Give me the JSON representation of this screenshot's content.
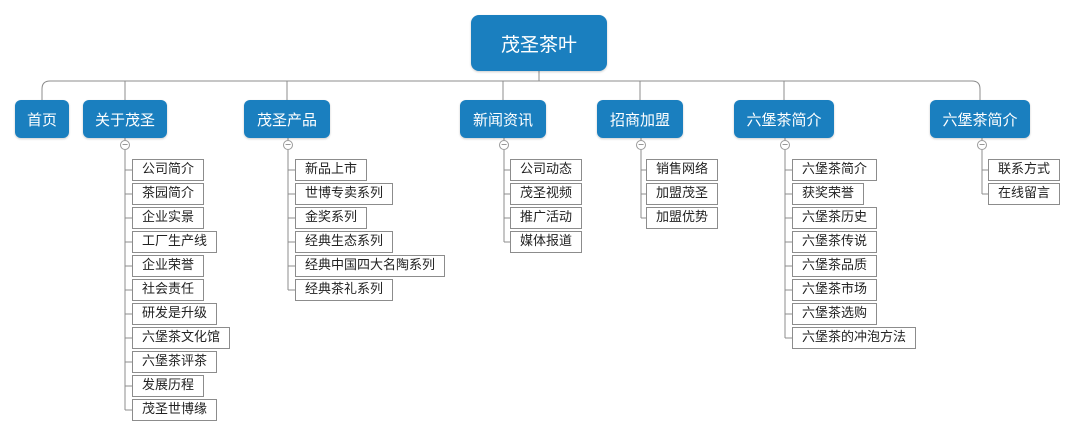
{
  "root": "茂圣茶叶",
  "categories": [
    {
      "label": "首页",
      "items": []
    },
    {
      "label": "关于茂圣",
      "items": [
        "公司简介",
        "茶园简介",
        "企业实景",
        "工厂生产线",
        "企业荣誉",
        "社会责任",
        "研发是升级",
        "六堡茶文化馆",
        "六堡茶评茶",
        "发展历程",
        "茂圣世博缘"
      ]
    },
    {
      "label": "茂圣产品",
      "items": [
        "新品上市",
        "世博专卖系列",
        "金奖系列",
        "经典生态系列",
        "经典中国四大名陶系列",
        "经典茶礼系列"
      ]
    },
    {
      "label": "新闻资讯",
      "items": [
        "公司动态",
        "茂圣视频",
        "推广活动",
        "媒体报道"
      ]
    },
    {
      "label": "招商加盟",
      "items": [
        "销售网络",
        "加盟茂圣",
        "加盟优势"
      ]
    },
    {
      "label": "六堡茶简介",
      "items": [
        "六堡茶简介",
        "获奖荣誉",
        "六堡茶历史",
        "六堡茶传说",
        "六堡茶品质",
        "六堡茶市场",
        "六堡茶选购",
        "六堡茶的冲泡方法"
      ]
    },
    {
      "label": "六堡茶简介",
      "items": [
        "联系方式",
        "在线留言"
      ]
    }
  ],
  "toggle_symbol": "−"
}
